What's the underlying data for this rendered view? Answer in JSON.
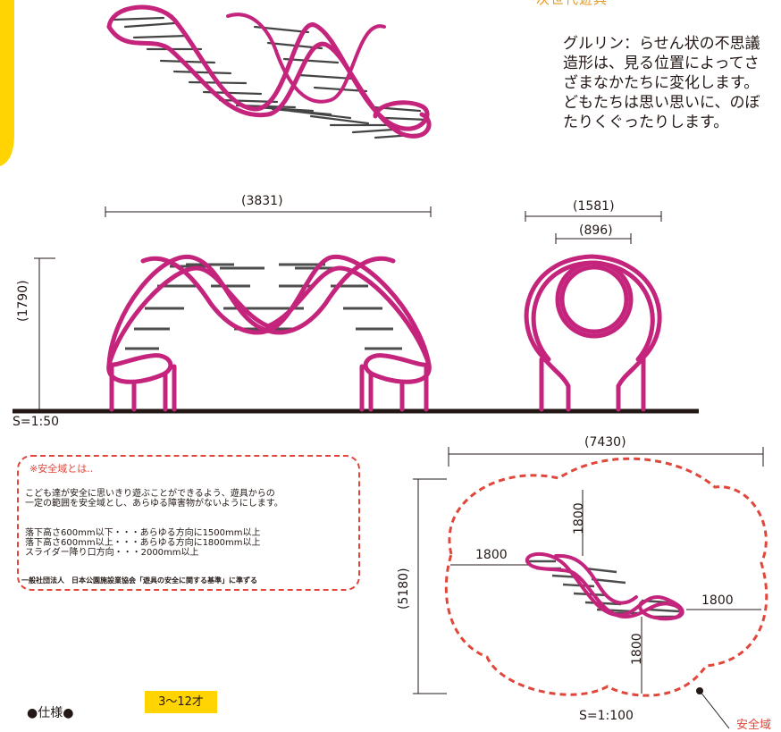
{
  "header": {
    "title": "次世代遊具",
    "description_lines": [
      "グルリン：らせん状の不思議",
      "造形は、見る位置によってさ",
      "ざまなかたちに変化します。",
      "どもたちは思い思いに、のぼ",
      "たりくぐったりします。"
    ]
  },
  "elevation": {
    "width_label": "(3831)",
    "height_label": "(1790)",
    "outer_width_label": "(1581)",
    "inner_width_label": "(896)",
    "scale": "S=1:50"
  },
  "safety": {
    "title": "※安全域とは..",
    "lines": [
      "こども達が安全に思いきり遊ぶことができるよう、遊具からの",
      "一定の範囲を安全域とし、あらゆる障害物がないようにします。",
      "",
      "落下高さ600mm以下・・・あらゆる方向に1500mm以上",
      "落下高さ600mm以上・・・あらゆる方向に1800mm以上",
      "スライダー降り口方向・・・2000mm以上",
      "",
      "一般社団法人　日本公園施設業協会「遊具の安全に関する基準」に準ずる"
    ]
  },
  "plan": {
    "width_label": "(7430)",
    "height_label": "(5180)",
    "clearance_top": "1800",
    "clearance_left": "1800",
    "clearance_right": "1800",
    "clearance_bottom": "1800",
    "scale": "S=1:100",
    "safe_zone_label": "安全域"
  },
  "spec": {
    "label": "●仕様●",
    "age": "3〜12才"
  },
  "colors": {
    "equipment": "#c4247c",
    "safe_zone": "#e0463a",
    "badge": "#ffd400",
    "heading": "#e89a1e"
  }
}
